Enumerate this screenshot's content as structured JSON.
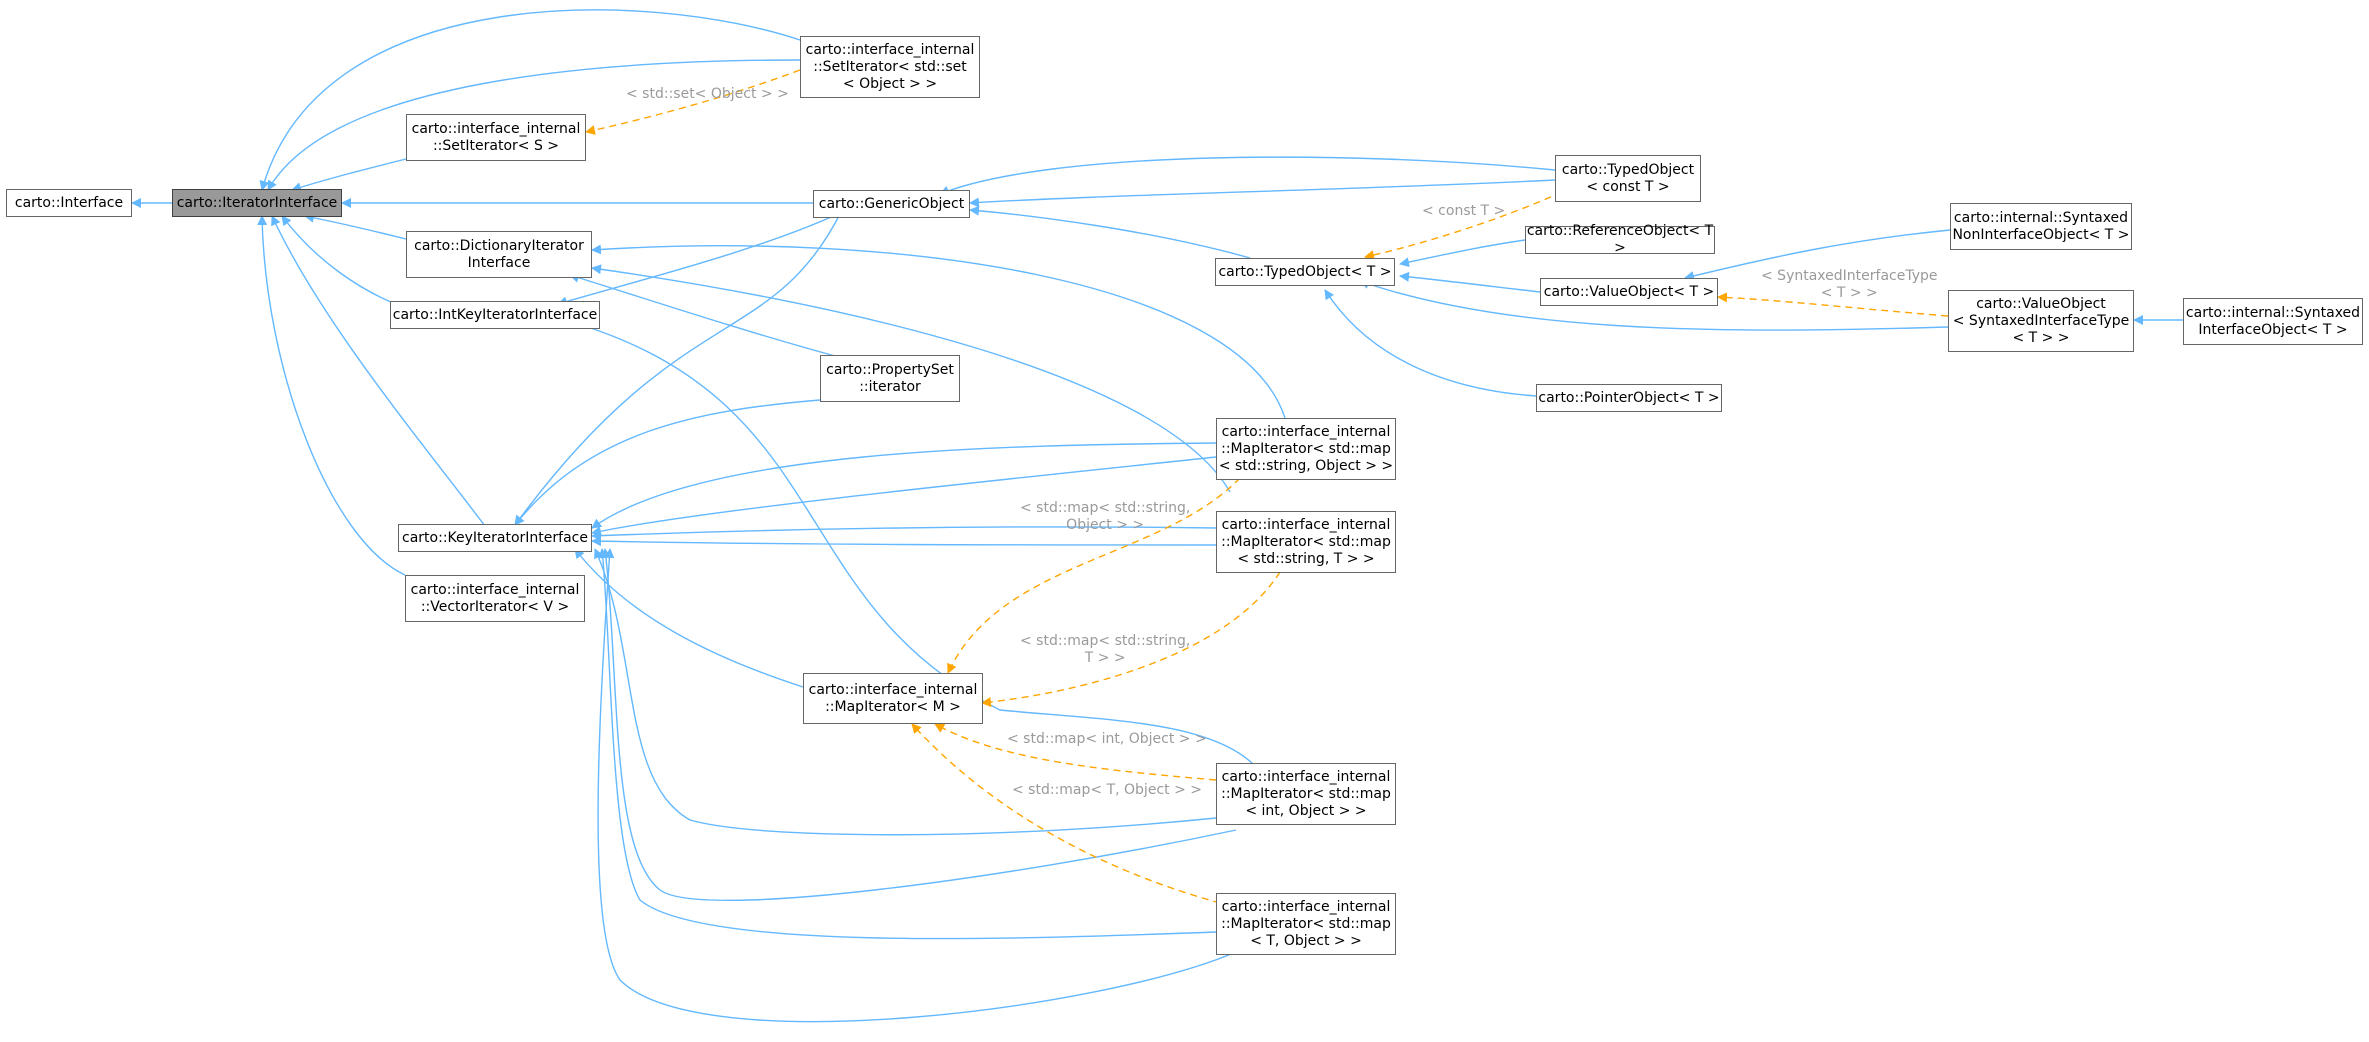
{
  "nodes": {
    "interface": "carto::Interface",
    "iterator_interface": "carto::IteratorInterface",
    "set_iter_std": "carto::interface_internal\n::SetIterator< std::set\n< Object > >",
    "set_iter_s": "carto::interface_internal\n::SetIterator< S >",
    "generic_object": "carto::GenericObject",
    "dict_iter": "carto::DictionaryIterator\nInterface",
    "intkey_iter": "carto::IntKeyIteratorInterface",
    "property_set_iter": "carto::PropertySet\n::iterator",
    "key_iter": "carto::KeyIteratorInterface",
    "vector_iter": "carto::interface_internal\n::VectorIterator< V >",
    "map_iter_m": "carto::interface_internal\n::MapIterator< M >",
    "typed_object_const": "carto::TypedObject\n< const T >",
    "typed_object_t": "carto::TypedObject< T >",
    "reference_object": "carto::ReferenceObject< T >",
    "value_object": "carto::ValueObject< T >",
    "pointer_object": "carto::PointerObject< T >",
    "syntaxed_noninterface": "carto::internal::Syntaxed\nNonInterfaceObject< T >",
    "value_object_syntaxed": "carto::ValueObject\n< SyntaxedInterfaceType\n< T > >",
    "syntaxed_interface": "carto::internal::Syntaxed\nInterfaceObject< T >",
    "map_string_object": "carto::interface_internal\n::MapIterator< std::map\n< std::string, Object > >",
    "map_string_t": "carto::interface_internal\n::MapIterator< std::map\n< std::string, T > >",
    "map_int_object": "carto::interface_internal\n::MapIterator< std::map\n< int, Object > >",
    "map_t_object": "carto::interface_internal\n::MapIterator< std::map\n< T, Object > >"
  },
  "edge_labels": {
    "set_object": "< std::set< Object > >",
    "const_t": "< const T >",
    "syntaxed_type": "< SyntaxedInterfaceType\n< T > >",
    "map_string_object": "< std::map< std::string,\nObject > >",
    "map_string_t": "< std::map< std::string,\nT > >",
    "map_int_object": "< std::map< int, Object > >",
    "map_t_object": "< std::map< T, Object > >"
  },
  "colors": {
    "inheritance_edge": "#63b8ff",
    "template_edge": "#ffa500",
    "current_node_fill": "#999999",
    "node_border": "#666666",
    "edge_label_text": "#9a9a9a"
  }
}
